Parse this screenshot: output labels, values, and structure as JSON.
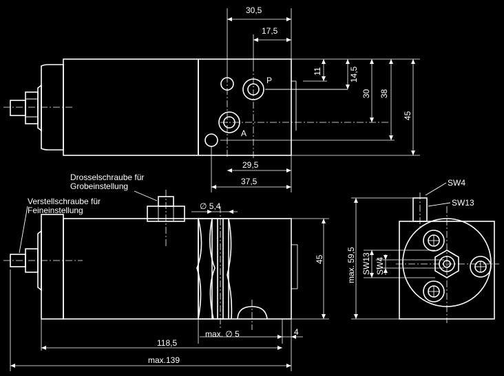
{
  "top_view": {
    "dim_30_5": "30,5",
    "dim_17_5": "17,5",
    "dim_11": "11",
    "dim_14_5": "14,5",
    "dim_30": "30",
    "dim_38": "38",
    "dim_45": "45",
    "dim_29_5": "29,5",
    "dim_37_5": "37,5",
    "port_p": "P",
    "port_a": "A"
  },
  "side_view": {
    "label_drossel_1": "Drosselschraube für",
    "label_drossel_2": "Grobeinstellung",
    "label_verstell_1": "Verstellschraube für",
    "label_verstell_2": "Feineinstellung",
    "dim_dia_5_4": "∅ 5,4",
    "dim_45": "45",
    "dim_max_dia_5": "max. ∅ 5",
    "dim_4": "4",
    "dim_118_5": "118,5",
    "dim_max_139": "max.139"
  },
  "end_view": {
    "label_sw4_top": "SW4",
    "label_sw13_top": "SW13",
    "dim_max_59_5": "max. 59,5",
    "label_sw13_side": "SW13",
    "label_sw4_side": "SW4"
  }
}
